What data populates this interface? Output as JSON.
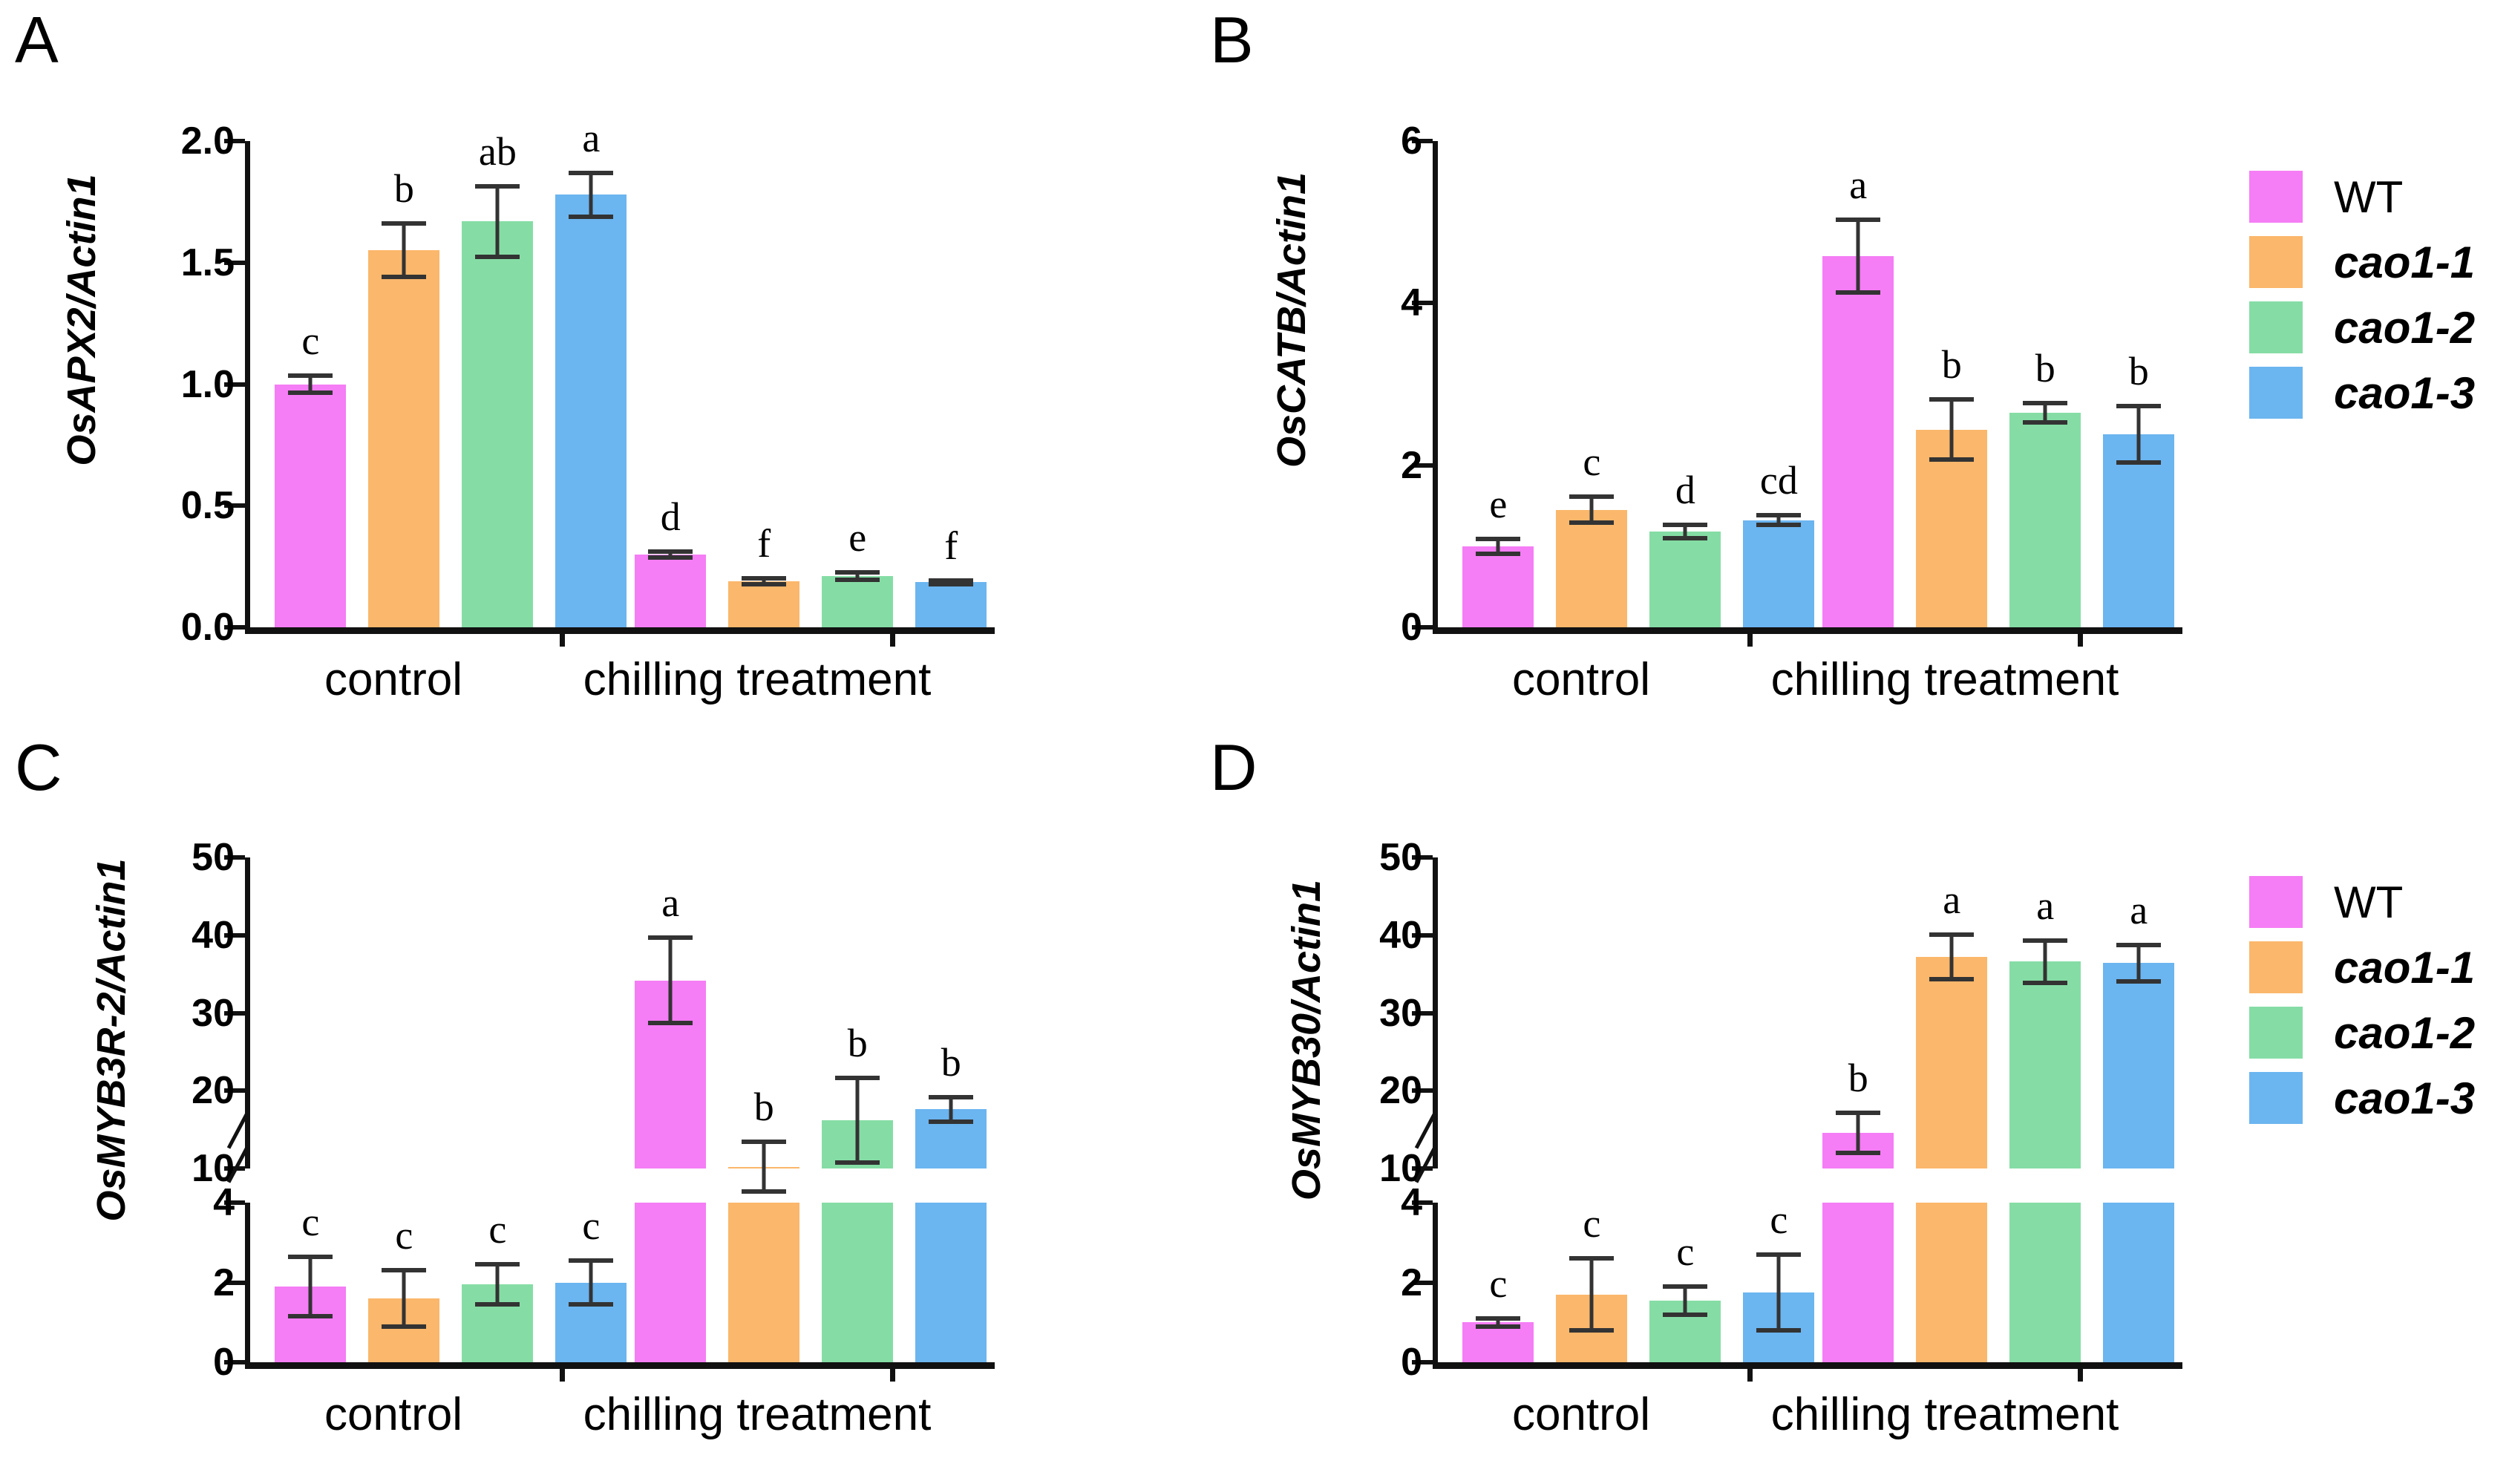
{
  "figure": {
    "background": "#ffffff",
    "group_labels": [
      "control",
      "chilling treatment"
    ],
    "genotypes": [
      "WT",
      "cao1-1",
      "cao1-2",
      "cao1-3"
    ],
    "colors": {
      "WT": "#f57df5",
      "cao1-1": "#fbb76b",
      "cao1-2": "#85dda5",
      "cao1-3": "#6bb5f0",
      "axis": "#111111",
      "error": "#333333"
    }
  },
  "legend": {
    "entries": [
      {
        "label": "WT",
        "color": "#f57df5",
        "italic": false
      },
      {
        "label": "cao1-1",
        "color": "#fbb76b",
        "italic": true
      },
      {
        "label": "cao1-2",
        "color": "#85dda5",
        "italic": true
      },
      {
        "label": "cao1-3",
        "color": "#6bb5f0",
        "italic": true
      }
    ]
  },
  "panels": {
    "A": {
      "letter": "A",
      "ylabel": "OsAPX2/Actin1",
      "xticklabels": [
        "control",
        "chilling treatment"
      ],
      "yticks": [
        "0.0",
        "0.5",
        "1.0",
        "1.5",
        "2.0"
      ]
    },
    "B": {
      "letter": "B",
      "ylabel": "OsCATB/Actin1",
      "xticklabels": [
        "control",
        "chilling treatment"
      ],
      "yticks": [
        "0",
        "2",
        "4",
        "6"
      ]
    },
    "C": {
      "letter": "C",
      "ylabel": "OsMYB3R-2/Actin1",
      "xticklabels": [
        "control",
        "chilling treatment"
      ],
      "yticks_lower": [
        "0",
        "2",
        "4"
      ],
      "yticks_upper": [
        "10",
        "20",
        "30",
        "40",
        "50"
      ]
    },
    "D": {
      "letter": "D",
      "ylabel": "OsMYB30/Actin1",
      "xticklabels": [
        "control",
        "chilling treatment"
      ],
      "yticks_lower": [
        "0",
        "2",
        "4"
      ],
      "yticks_upper": [
        "10",
        "20",
        "30",
        "40",
        "50"
      ]
    }
  },
  "chart_data": [
    {
      "panel": "A",
      "type": "bar",
      "title": "",
      "ylabel": "OsAPX2/Actin1",
      "xlabel": "",
      "ylim": [
        0,
        2.0
      ],
      "yticks": [
        0.0,
        0.5,
        1.0,
        1.5,
        2.0
      ],
      "grid": false,
      "legend_position": "right",
      "categories": [
        "control",
        "chilling treatment"
      ],
      "series": [
        {
          "name": "WT",
          "color": "#f57df5",
          "values": [
            1.0,
            0.3
          ],
          "errors": [
            0.035,
            0.012
          ],
          "sig": [
            "c",
            "d"
          ]
        },
        {
          "name": "cao1-1",
          "color": "#fbb76b",
          "values": [
            1.55,
            0.19
          ],
          "errors": [
            0.11,
            0.012
          ],
          "sig": [
            "b",
            "f"
          ]
        },
        {
          "name": "cao1-2",
          "color": "#85dda5",
          "values": [
            1.67,
            0.21
          ],
          "errors": [
            0.145,
            0.016
          ],
          "sig": [
            "ab",
            "e"
          ]
        },
        {
          "name": "cao1-3",
          "color": "#6bb5f0",
          "values": [
            1.78,
            0.185
          ],
          "errors": [
            0.09,
            0.008
          ],
          "sig": [
            "a",
            "f"
          ]
        }
      ]
    },
    {
      "panel": "B",
      "type": "bar",
      "title": "",
      "ylabel": "OsCATB/Actin1",
      "xlabel": "",
      "ylim": [
        0,
        6
      ],
      "yticks": [
        0,
        2,
        4,
        6
      ],
      "grid": false,
      "legend_position": "right",
      "categories": [
        "control",
        "chilling treatment"
      ],
      "series": [
        {
          "name": "WT",
          "color": "#f57df5",
          "values": [
            1.0,
            4.58
          ],
          "errors": [
            0.09,
            0.45
          ],
          "sig": [
            "e",
            "a"
          ]
        },
        {
          "name": "cao1-1",
          "color": "#fbb76b",
          "values": [
            1.45,
            2.44
          ],
          "errors": [
            0.16,
            0.37
          ],
          "sig": [
            "c",
            "b"
          ]
        },
        {
          "name": "cao1-2",
          "color": "#85dda5",
          "values": [
            1.18,
            2.65
          ],
          "errors": [
            0.08,
            0.12
          ],
          "sig": [
            "d",
            "b"
          ]
        },
        {
          "name": "cao1-3",
          "color": "#6bb5f0",
          "values": [
            1.32,
            2.38
          ],
          "errors": [
            0.06,
            0.35
          ],
          "sig": [
            "cd",
            "b"
          ]
        }
      ]
    },
    {
      "panel": "C",
      "type": "bar",
      "title": "",
      "ylabel": "OsMYB3R-2/Actin1",
      "xlabel": "",
      "broken_axis": true,
      "ylim_lower": [
        0,
        4
      ],
      "ylim_upper": [
        10,
        50
      ],
      "yticks_lower": [
        0,
        2,
        4
      ],
      "yticks_upper": [
        10,
        20,
        30,
        40,
        50
      ],
      "grid": false,
      "legend_position": "none",
      "categories": [
        "control",
        "chilling treatment"
      ],
      "series": [
        {
          "name": "WT",
          "color": "#f57df5",
          "values": [
            1.9,
            34.2
          ],
          "errors": [
            0.75,
            5.5
          ],
          "sig": [
            "c",
            "a"
          ]
        },
        {
          "name": "cao1-1",
          "color": "#fbb76b",
          "values": [
            1.6,
            10.2
          ],
          "errors": [
            0.7,
            3.2
          ],
          "sig": [
            "c",
            "b"
          ]
        },
        {
          "name": "cao1-2",
          "color": "#85dda5",
          "values": [
            1.95,
            16.2
          ],
          "errors": [
            0.5,
            5.4
          ],
          "sig": [
            "c",
            "b"
          ]
        },
        {
          "name": "cao1-3",
          "color": "#6bb5f0",
          "values": [
            2.0,
            17.6
          ],
          "errors": [
            0.55,
            1.6
          ],
          "sig": [
            "c",
            "b"
          ]
        }
      ]
    },
    {
      "panel": "D",
      "type": "bar",
      "title": "",
      "ylabel": "OsMYB30/Actin1",
      "xlabel": "",
      "broken_axis": true,
      "ylim_lower": [
        0,
        4
      ],
      "ylim_upper": [
        10,
        50
      ],
      "yticks_lower": [
        0,
        2,
        4
      ],
      "yticks_upper": [
        10,
        20,
        30,
        40,
        50
      ],
      "grid": false,
      "legend_position": "right",
      "categories": [
        "control",
        "chilling treatment"
      ],
      "series": [
        {
          "name": "WT",
          "color": "#f57df5",
          "values": [
            1.0,
            14.6
          ],
          "errors": [
            0.1,
            2.6
          ],
          "sig": [
            "c",
            "b"
          ]
        },
        {
          "name": "cao1-1",
          "color": "#fbb76b",
          "values": [
            1.7,
            37.2
          ],
          "errors": [
            0.9,
            2.9
          ],
          "sig": [
            "c",
            "a"
          ]
        },
        {
          "name": "cao1-2",
          "color": "#85dda5",
          "values": [
            1.55,
            36.6
          ],
          "errors": [
            0.35,
            2.7
          ],
          "sig": [
            "c",
            "a"
          ]
        },
        {
          "name": "cao1-3",
          "color": "#6bb5f0",
          "values": [
            1.75,
            36.4
          ],
          "errors": [
            0.95,
            2.3
          ],
          "sig": [
            "c",
            "a"
          ]
        }
      ]
    }
  ]
}
